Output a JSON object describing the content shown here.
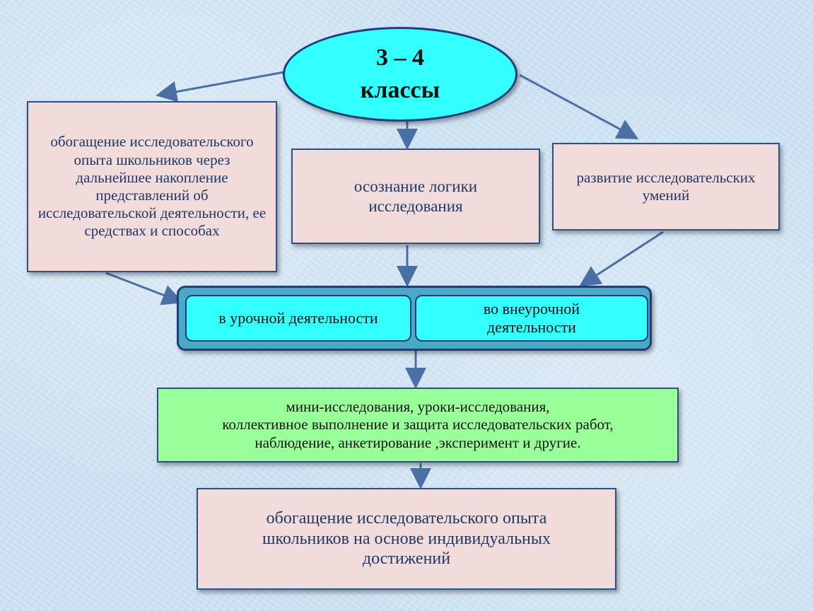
{
  "top": {
    "line1": "3 – 4",
    "line2": "классы"
  },
  "left_box": "обогащение исследовательского опыта школьников через дальнейшее накопление представлений об исследовательской деятельности, ее средствах и способах",
  "center_box": "осознание логики исследования",
  "right_box": "развитие исследовательских умений",
  "lesson_box": "в урочной деятельности",
  "extra_box": "во внеурочной деятельности",
  "methods": {
    "line1": "мини-исследования, уроки-исследования,",
    "line2": "коллективное выполнение и защита исследовательских работ,",
    "line3": "наблюдение, анкетирование ,эксперимент и другие."
  },
  "bottom_box": "обогащение исследовательского опыта школьников на основе индивидуальных достижений",
  "colors": {
    "ellipse": "#33ffff",
    "pink_box": "#f2dcdb",
    "green_box": "#99ff99",
    "container": "#4aaac5",
    "arrow": "#4a6fa5"
  }
}
